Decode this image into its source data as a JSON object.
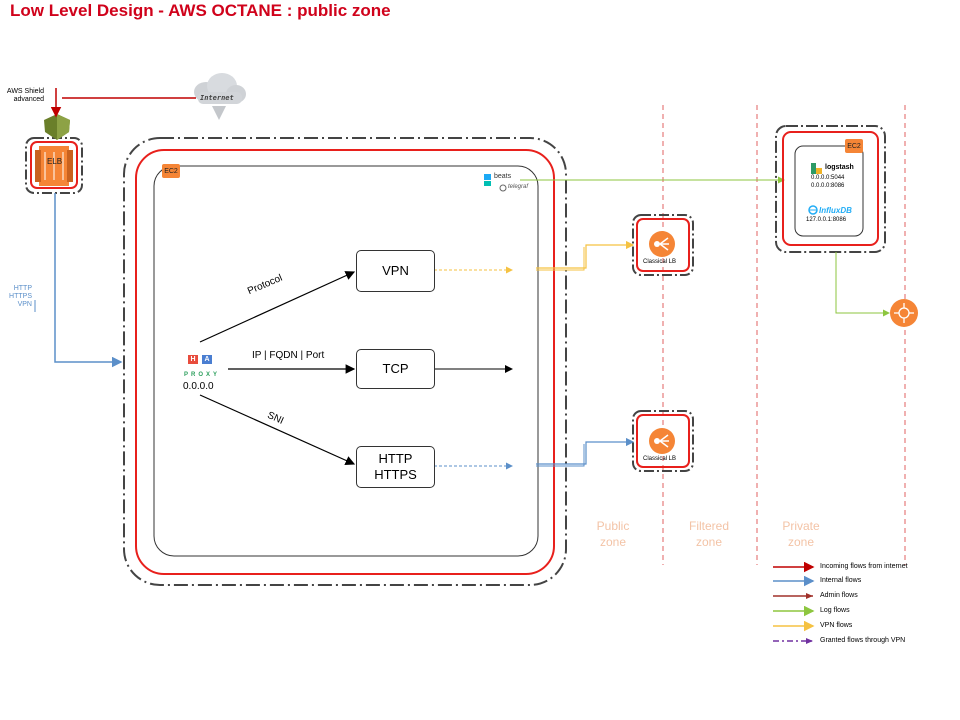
{
  "title": "Low Level Design - AWS OCTANE : public zone",
  "shield_label": "AWS Shield advanced",
  "internet_label": "Internet",
  "elb_label": "ELB",
  "flows_left_label": "HTTP\nHTTPS\nVPN",
  "ec2_label": "EC2",
  "proxy": {
    "h": "H",
    "a": "A",
    "word": "PROXY",
    "ip": "0.0.0.0"
  },
  "edges": {
    "protocol": "Protocol",
    "ip_fqdn_port": "IP | FQDN | Port",
    "sni": "SNI"
  },
  "services": {
    "vpn": "VPN",
    "tcp": "TCP",
    "http": "HTTP\nHTTPS"
  },
  "beats_label": "beats",
  "telegraf_label": "telegraf",
  "classical_lb_label": "Classical LB",
  "logstash_label": "logstash",
  "logstash_ports": [
    "0.0.0.0:5044",
    "0.0.0.0:8086"
  ],
  "influx_label": "InfluxDB",
  "influx_port": "127.0.0.1:8086",
  "zones": [
    {
      "label": "Public\nzone"
    },
    {
      "label": "Filtered\nzone"
    },
    {
      "label": "Private\nzone"
    }
  ],
  "legend": [
    {
      "label": "Incoming flows from internet",
      "color": "#c00000",
      "dash": false
    },
    {
      "label": "Internal flows",
      "color": "#5b8fc9",
      "dash": false
    },
    {
      "label": "Admin flows",
      "color": "#a0302a",
      "dash": false
    },
    {
      "label": "Log flows",
      "color": "#8dc63f",
      "dash": false
    },
    {
      "label": "VPN flows",
      "color": "#f5c242",
      "dash": false
    },
    {
      "label": "Granted flows through VPN",
      "color": "#7030a0",
      "dash": true
    }
  ],
  "colors": {
    "red": "#e8201c",
    "internal_blue": "#5b8fc9",
    "log_green": "#8dc63f",
    "vpn_yellow": "#f5c242",
    "aws_orange": "#f58536",
    "zone_line": "#e06060"
  }
}
